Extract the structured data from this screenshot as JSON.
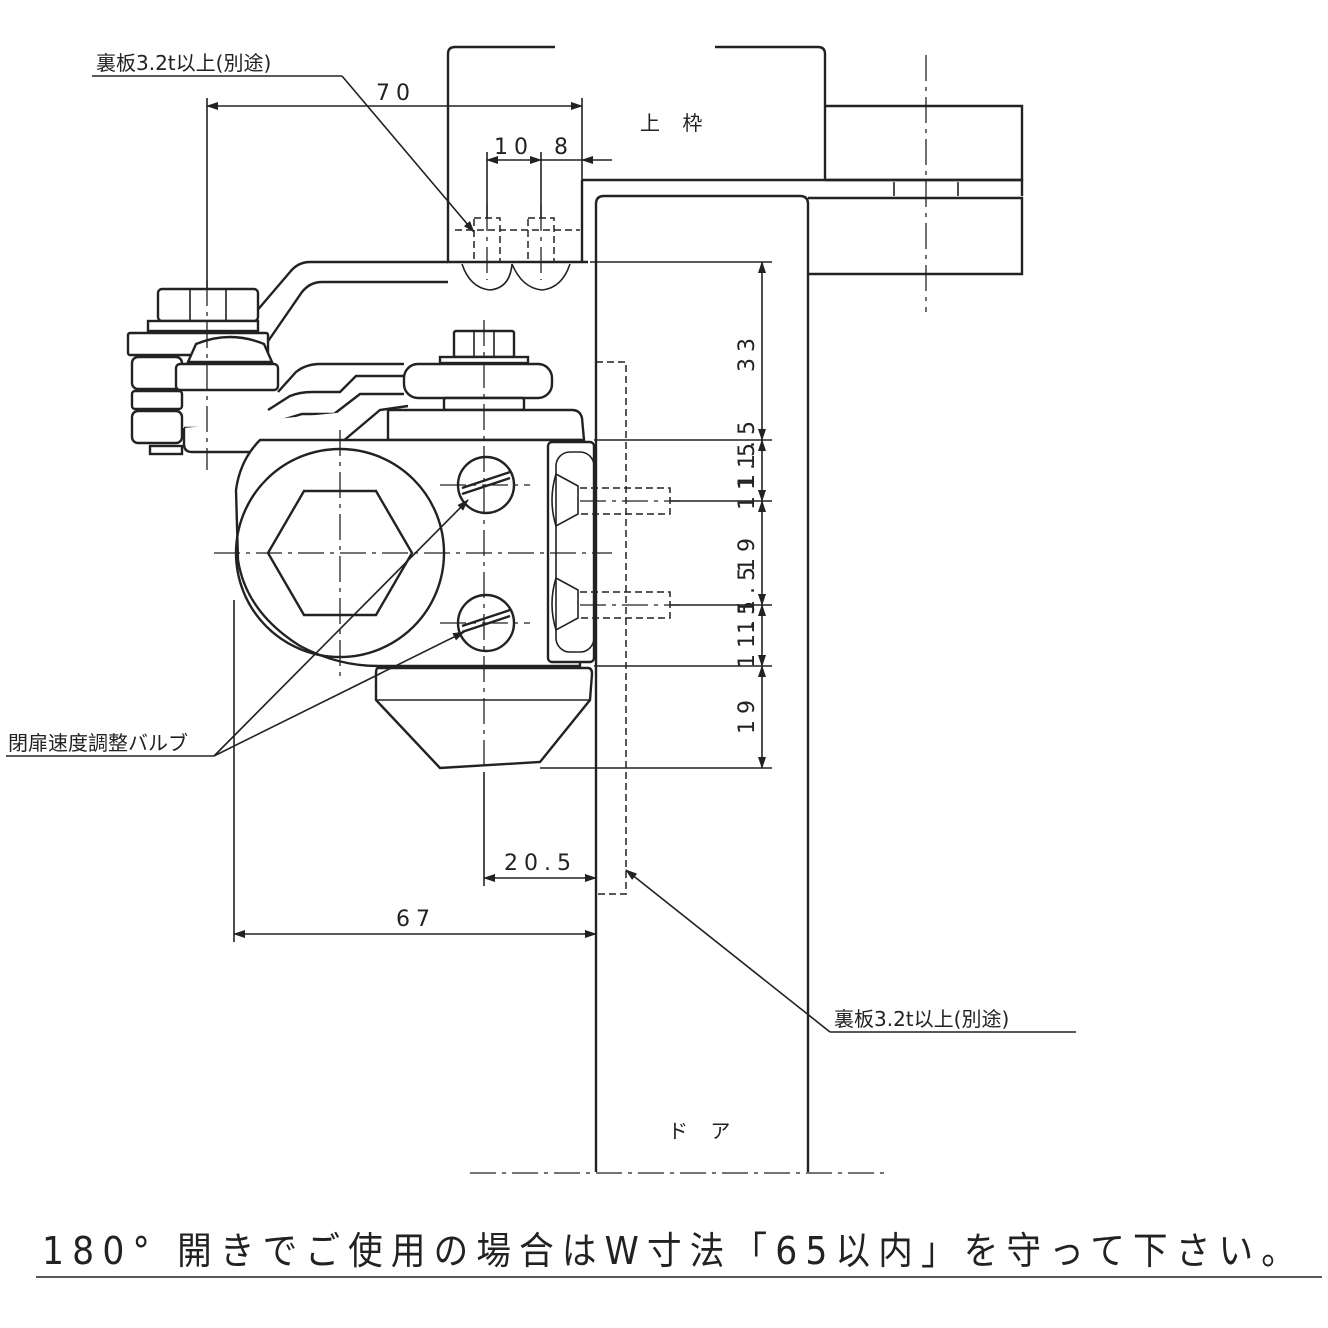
{
  "labels": {
    "back_plate_top": "裏板3.2t以上(別途)",
    "back_plate_right": "裏板3.2t以上(別途)",
    "upper_frame": "上 枠",
    "door": "ド ア",
    "valve": "閉扉速度調整バルブ"
  },
  "dimensions": {
    "d70": "70",
    "d10": "10",
    "d8": "8",
    "d33": "33",
    "d11_5a": "11.5",
    "d11_5b": "11.5",
    "d19a": "19",
    "d11_5c": "11.5",
    "d11_5d": "11.5",
    "d19b": "19",
    "d20_5": "20.5",
    "d67": "67"
  },
  "footer_note": "180° 開きでご使用の場合はW寸法「65以内」を守って下さい。"
}
